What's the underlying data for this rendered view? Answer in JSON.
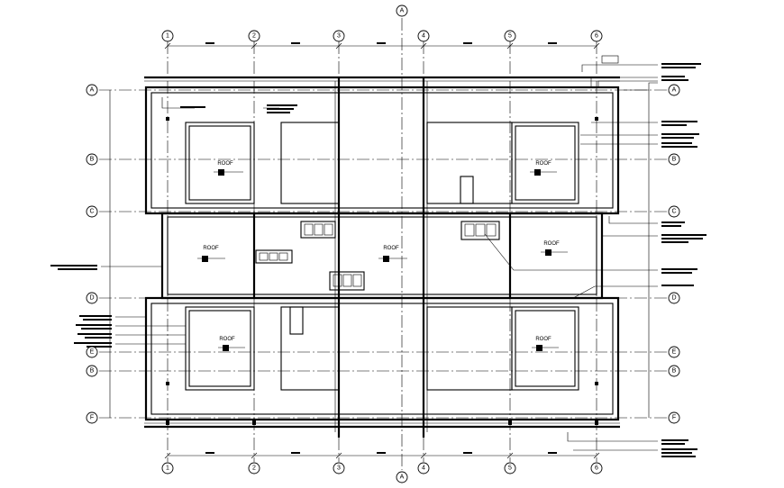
{
  "grid": {
    "columns": [
      "1",
      "2",
      "3",
      "4",
      "5",
      "6"
    ],
    "rows_left": [
      "A",
      "B",
      "C",
      "D",
      "E",
      "F"
    ],
    "rows_right": [
      "A",
      "B",
      "C",
      "D",
      "E",
      "F"
    ],
    "centerline_top": "A",
    "centerline_bottom": "A",
    "extra_left": "B",
    "extra_right": "B"
  },
  "roof_labels": [
    "ROOF",
    "ROOF",
    "ROOF",
    "ROOF",
    "ROOF",
    "ROOF",
    "ROOF"
  ]
}
